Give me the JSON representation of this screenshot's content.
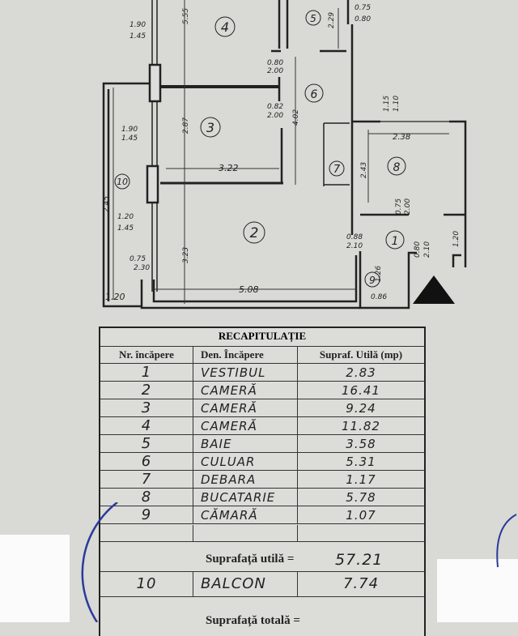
{
  "plan": {
    "rooms": [
      {
        "nr": "1"
      },
      {
        "nr": "2"
      },
      {
        "nr": "3"
      },
      {
        "nr": "4"
      },
      {
        "nr": "5"
      },
      {
        "nr": "6"
      },
      {
        "nr": "7"
      },
      {
        "nr": "8"
      },
      {
        "nr": "9"
      },
      {
        "nr": "10"
      }
    ],
    "dimensions": {
      "d_1_90_a": "1.90",
      "d_1_45_a": "1.45",
      "d_1_90_b": "1.90",
      "d_1_45_b": "1.45",
      "d_1_20_w": "1.20",
      "d_1_45_c": "1.45",
      "d_5_55": "5.55",
      "d_2_87": "2.87",
      "d_3_23": "3.23",
      "d_3_22": "3.22",
      "d_5_08": "5.08",
      "d_4_02": "4.02",
      "d_2_29": "2.29",
      "d_2_45": "2.45",
      "d_1_20": "1.20",
      "d_2_38": "2.38",
      "d_2_43": "2.43",
      "d_0_86": "0.86",
      "d_1_26": "1.26",
      "door_0_75": "0.75",
      "door_2_30": "2.30",
      "door_0_80": "0.80",
      "door_2_00": "2.00",
      "door_0_82": "0.82",
      "door_2_00b": "2.00",
      "door_0_88": "0.88",
      "door_2_10": "2.10",
      "win_0_75": "0.75",
      "win_0_80": "0.80",
      "win_1_15": "1.15",
      "win_1_10": "1.10",
      "door_0_75b": "0.75",
      "door_2_00c": "2.00",
      "door_0_80c": "0.80",
      "door_2_10c": "2.10",
      "d_1_20b": "1.20"
    }
  },
  "table": {
    "title": "RECAPITULAȚIE",
    "headers": [
      "Nr. încăpere",
      "Den. Încăpere",
      "Supraf. Utilă (mp)"
    ],
    "rows": [
      {
        "nr": "1",
        "name": "VESTIBUL",
        "area": "2.83"
      },
      {
        "nr": "2",
        "name": "CAMERĂ",
        "area": "16.41"
      },
      {
        "nr": "3",
        "name": "CAMERĂ",
        "area": "9.24"
      },
      {
        "nr": "4",
        "name": "CAMERĂ",
        "area": "11.82"
      },
      {
        "nr": "5",
        "name": "BAIE",
        "area": "3.58"
      },
      {
        "nr": "6",
        "name": "CULUAR",
        "area": "5.31"
      },
      {
        "nr": "7",
        "name": "DEBARA",
        "area": "1.17"
      },
      {
        "nr": "8",
        "name": "BUCATARIE",
        "area": "5.78"
      },
      {
        "nr": "9",
        "name": "CĂMARĂ",
        "area": "1.07"
      }
    ],
    "useful_label": "Suprafață utilă =",
    "useful_value": "57.21",
    "balcony": {
      "nr": "10",
      "name": "BALCON",
      "area": "7.74"
    },
    "total_label": "Suprafață totală ="
  },
  "colors": {
    "paper": "#d9d9d5",
    "ink": "#222222",
    "stamp": "#2a3a9a"
  }
}
